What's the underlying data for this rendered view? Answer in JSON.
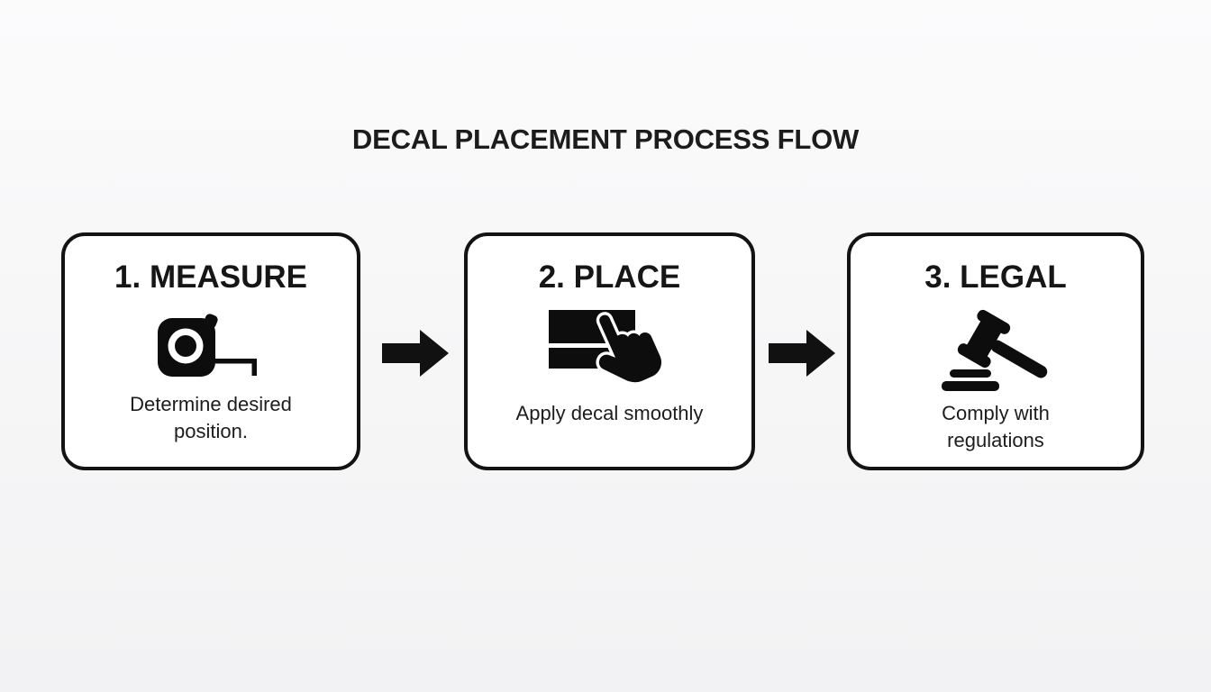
{
  "title": "DECAL PLACEMENT PROCESS FLOW",
  "steps": [
    {
      "heading": "1. MEASURE",
      "icon": "tape-measure-icon",
      "description": "Determine desired\nposition."
    },
    {
      "heading": "2. PLACE",
      "icon": "hand-place-decal-icon",
      "description": "Apply decal smoothly"
    },
    {
      "heading": "3. LEGAL",
      "icon": "gavel-icon",
      "description": "Comply with\nregulations"
    }
  ],
  "arrows": [
    "right-arrow",
    "right-arrow"
  ],
  "colors": {
    "background": "#f6f6f7",
    "card_background": "#ffffff",
    "border": "#131313",
    "text": "#1c1c1c",
    "icon": "#0d0d0d",
    "arrow": "#111111"
  }
}
